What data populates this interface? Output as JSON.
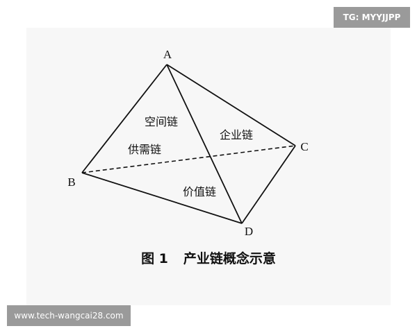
{
  "watermarks": {
    "top_right": "TG: MYYJJPP",
    "bottom_left": "www.tech-wangcai28.com"
  },
  "diagram": {
    "vertices": {
      "A": "A",
      "B": "B",
      "C": "C",
      "D": "D"
    },
    "faces": {
      "space_chain": "空间链",
      "enterprise_chain": "企业链",
      "supply_demand_chain": "供需链",
      "value_chain": "价值链"
    }
  },
  "caption": {
    "figure_number": "图 1",
    "title": "产业链概念示意"
  }
}
